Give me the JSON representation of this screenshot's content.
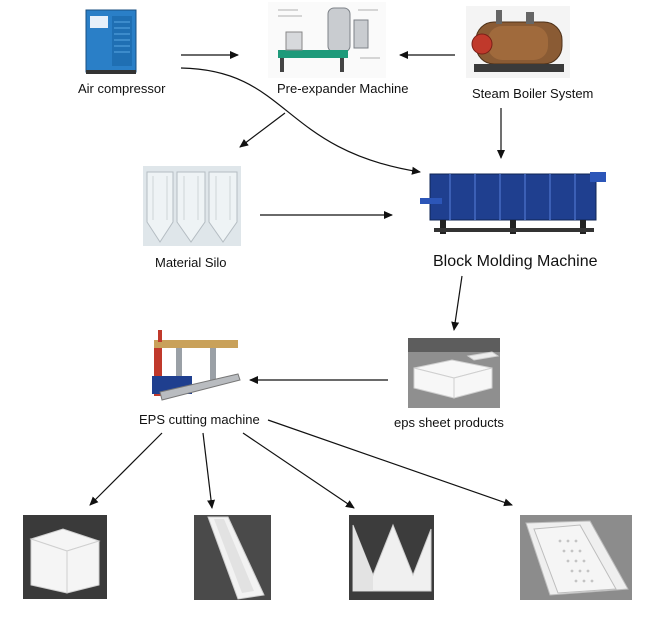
{
  "nodes": {
    "air_compressor": {
      "label": "Air compressor"
    },
    "pre_expander": {
      "label": "Pre-expander Machine"
    },
    "steam_boiler": {
      "label": "Steam Boiler System"
    },
    "material_silo": {
      "label": "Material Silo"
    },
    "block_molding": {
      "label": "Block Molding Machine"
    },
    "eps_cutting": {
      "label": "EPS cutting machine"
    },
    "eps_sheet": {
      "label": "eps sheet products"
    }
  },
  "colors": {
    "arrow": "#111111",
    "machine_blue": "#1f3f8f",
    "foam_white": "#f2f2f2",
    "steel_grey": "#9aa0a6"
  }
}
